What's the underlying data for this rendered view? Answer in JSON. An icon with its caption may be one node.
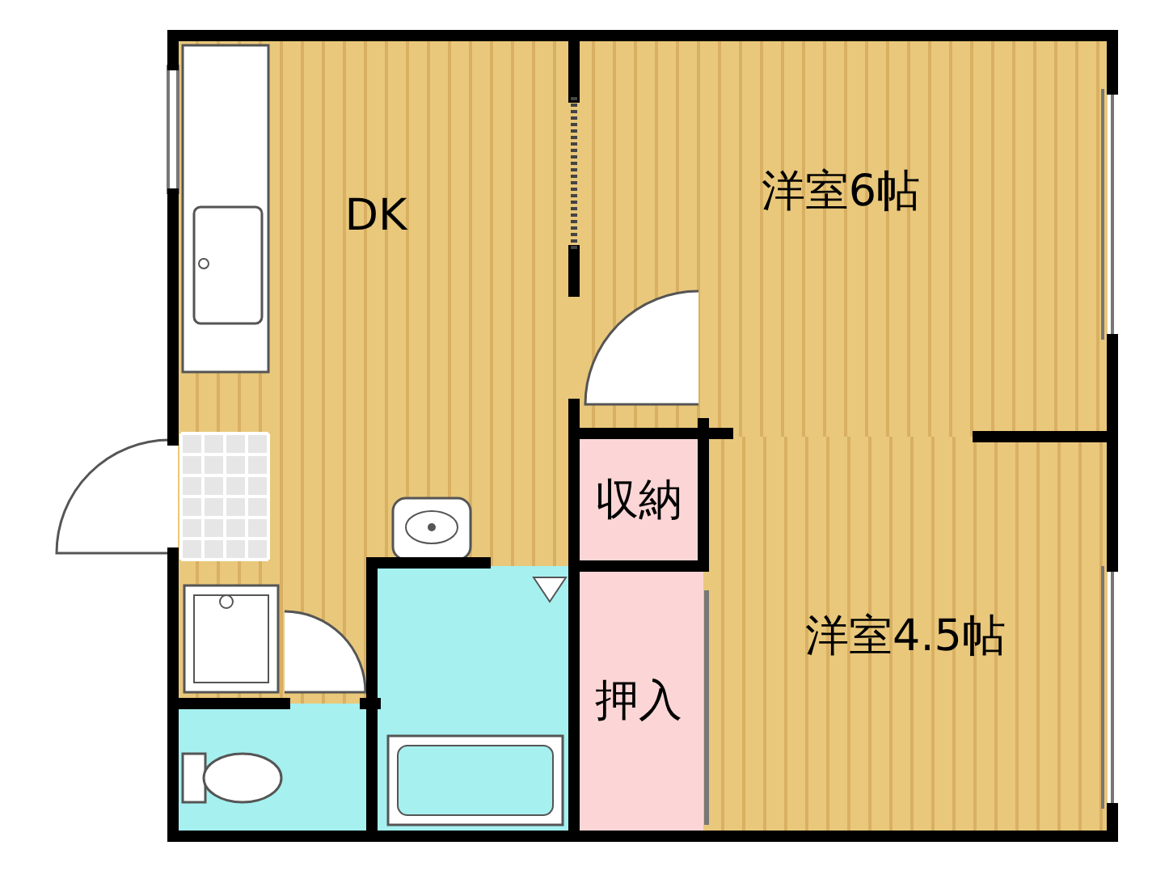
{
  "diagram": {
    "nodes": [
      {
        "text": [
          "DK"
        ]
      },
      {
        "text": [
          "洋室6帖"
        ]
      },
      {
        "text": [
          "収納"
        ]
      },
      {
        "text": [
          "押入"
        ]
      },
      {
        "text": [
          "洋室4.5帖"
        ]
      },
      {
        "text": [],
        "shape": "box"
      },
      {
        "text": [],
        "shape": "box"
      }
    ]
  }
}
